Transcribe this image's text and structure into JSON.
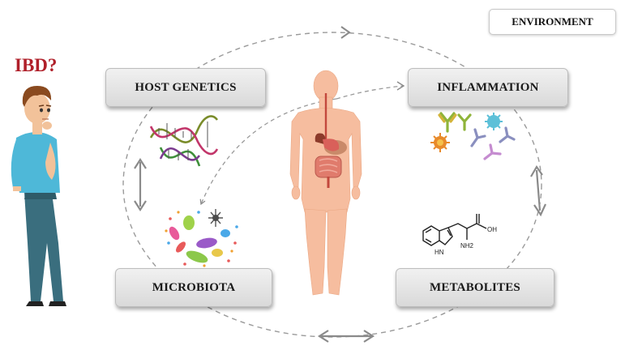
{
  "environment_label": "ENVIRONMENT",
  "question_label": "IBD?",
  "nodes": {
    "host_genetics": "HOST GENETICS",
    "inflammation": "INFLAMMATION",
    "microbiota": "MICROBIOTA",
    "metabolites": "METABOLITES"
  },
  "molecule_labels": {
    "nh": "HN",
    "nh2": "NH2",
    "oh": "OH"
  },
  "colors": {
    "cycle_arrow": "#8a8a8a",
    "question": "#b0202a",
    "skin": "#f6b99a",
    "box_fill": "#e3e3e3"
  }
}
